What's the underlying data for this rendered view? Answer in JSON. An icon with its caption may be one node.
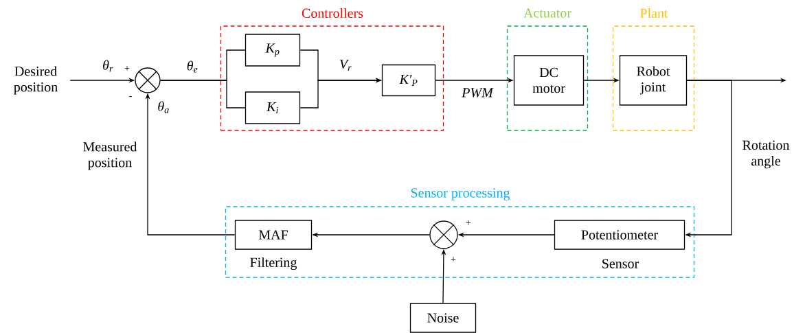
{
  "diagram": {
    "nodes": [
      {
        "text": [
          "Controllers"
        ]
      },
      {
        "text": [
          "K$_{p}$"
        ],
        "in": 0
      },
      {
        "text": [
          "K$_{i}$"
        ],
        "in": 0
      },
      {
        "text": [
          "K′$_{P}$"
        ],
        "in": 0
      },
      {
        "text": [
          "Actuator"
        ]
      },
      {
        "text": [
          "DC motor"
        ],
        "in": 4
      },
      {
        "text": [
          "Plant"
        ]
      },
      {
        "text": [
          "Robot joint"
        ],
        "in": 6
      },
      {
        "text": [
          "Sensor processing"
        ]
      },
      {
        "text": [
          "MAF"
        ],
        "in": 8,
        "beside": [
          "Filtering"
        ]
      },
      {
        "text": [
          "Potentiometer"
        ],
        "in": 8,
        "beside": [
          "Sensor"
        ]
      },
      {
        "text": [],
        "shape": "circle",
        "beside": [
          "+",
          "-"
        ]
      },
      {
        "text": [],
        "shape": "circle",
        "in": 8,
        "beside": [
          "+",
          "+"
        ]
      },
      {
        "text": [
          "Noise"
        ]
      },
      {
        "text": [
          "Desired position"
        ]
      }
    ],
    "edges": [
      {
        "from": 14,
        "to": 11,
        "arrow": "to",
        "label": "θ$_{r}$"
      },
      {
        "from": 11,
        "to": 1,
        "arrow": "none"
      },
      {
        "from": 11,
        "to": 2,
        "arrow": "none"
      },
      {
        "from": 1,
        "to": 3,
        "arrow": "to",
        "label": "V$_{r}$"
      },
      {
        "from": 2,
        "to": 3,
        "arrow": "to"
      },
      {
        "from": 3,
        "to": 5,
        "arrow": "to",
        "label": "PWM"
      },
      {
        "from": 5,
        "to": 7,
        "arrow": "to"
      },
      {
        "from": 7,
        "to": null,
        "arrow": "to"
      },
      {
        "from": 7,
        "to": 10,
        "arrow": "to",
        "label": "Rotation angle"
      },
      {
        "from": 10,
        "to": 12,
        "arrow": "to"
      },
      {
        "from": 13,
        "to": 12,
        "arrow": "to"
      },
      {
        "from": 12,
        "to": 9,
        "arrow": "to"
      },
      {
        "from": 9,
        "to": 11,
        "arrow": "to",
        "label": "θ$_{a}$"
      }
    ],
    "labels": [
      "θ$_{e}$",
      "Measured position"
    ]
  }
}
